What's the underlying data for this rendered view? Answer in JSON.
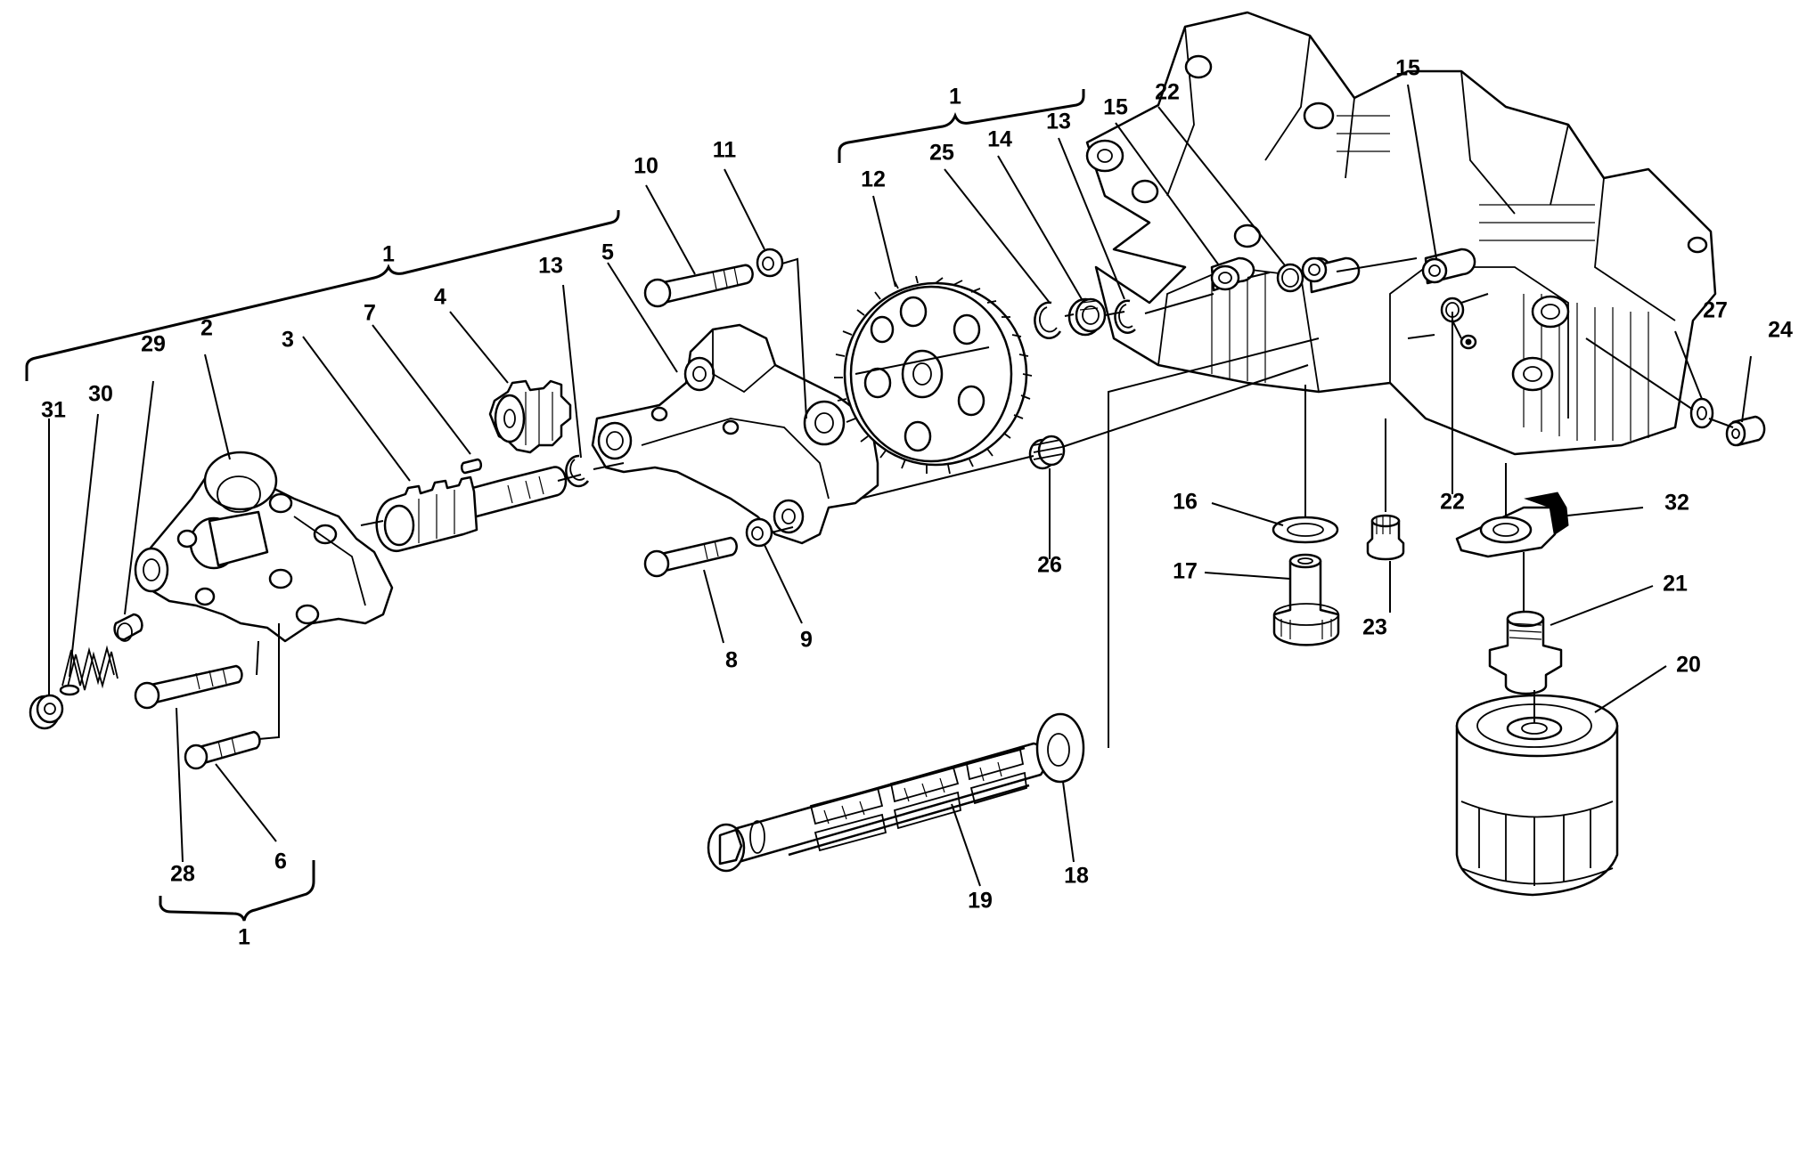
{
  "diagram": {
    "callouts": {
      "c1_top_left": "1",
      "c1_top_mid": "1",
      "c1_bottom": "1",
      "c2": "2",
      "c3": "3",
      "c4": "4",
      "c5": "5",
      "c6": "6",
      "c7": "7",
      "c8": "8",
      "c9": "9",
      "c10": "10",
      "c11": "11",
      "c12": "12",
      "c13_a": "13",
      "c13_b": "13",
      "c14": "14",
      "c15_a": "15",
      "c15_b": "15",
      "c16": "16",
      "c17": "17",
      "c18": "18",
      "c19": "19",
      "c20": "20",
      "c21": "21",
      "c22_a": "22",
      "c22_b": "22",
      "c23": "23",
      "c24": "24",
      "c25": "25",
      "c26": "26",
      "c27": "27",
      "c28": "28",
      "c29": "29",
      "c30": "30",
      "c31": "31",
      "c32": "32"
    }
  }
}
